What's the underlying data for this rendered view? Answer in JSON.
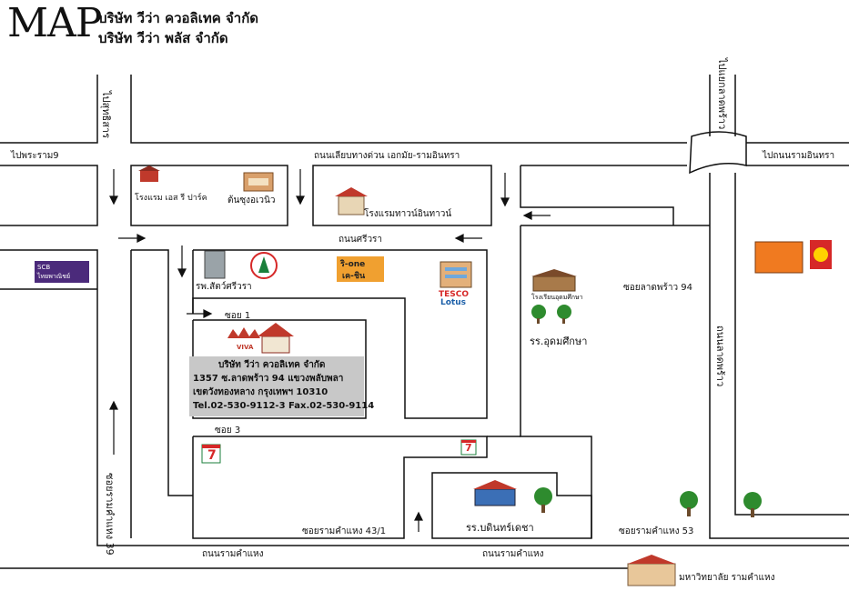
{
  "header": {
    "title": "MAP",
    "company_1": "บริษัท วีว่า ควอลิเทค จำกัด",
    "company_2": "บริษัท วีว่า พลัส จำกัด"
  },
  "roads": {
    "to_sutthisan": "ไปสุทธิสาร",
    "to_pracharam9": "ไปพระราม9",
    "expressway": "ถนนเลียบทางด่วน เอกมัย-รามอินทรา",
    "to_latphrao_junction": "ไปแยกลาดพร้าว",
    "to_ramintra": "ไปถนนรามอินทรา",
    "srivara": "ถนนศรีวรา",
    "latphrao": "ถนนลาดพร้าว",
    "soi_latphrao_94": "ซอยลาดพร้าว 94",
    "soi_1": "ซอย 1",
    "soi_3": "ซอย 3",
    "ramkhamhaeng_39": "ซอยรามคำแหง 39",
    "soi_ramkhamhaeng_43_1": "ซอยรามคำแหง 43/1",
    "soi_ramkhamhaeng_53": "ซอยรามคำแหง 53",
    "ramkhamhaeng_road_1": "ถนนรามคำแหง",
    "ramkhamhaeng_road_2": "ถนนรามคำแหง"
  },
  "landmarks": {
    "hotel_srpark": "โรงแรม เอส รี ปาร์ค",
    "tunsung_avenue": "ต้นซุงอเวนิว",
    "townintown_hotel": "โรงแรมทาวน์อินทาวน์",
    "srivara_hospital": "รพ.สัตว์ศรีวรา",
    "udomsuksa_school": "รร.อุดมศึกษา",
    "udomsuksa_sign": "โรงเรียนอุดมศึกษา",
    "bodindecha_school": "รร.บดินทร์เดชา",
    "ramkhamhaeng_univ": "มหาวิทยาลัย รามคำแหง",
    "tesco": "TESCO",
    "lotus": "Lotus",
    "scb_1": "SCB",
    "scb_2": "ไทยพาณิชย์",
    "viva_logo": "VIVA",
    "seven_eleven_1": "7",
    "seven_eleven_2": "7",
    "one_kachin_1": "ริ-one",
    "one_kachin_2": "เค-ชิน"
  },
  "company_info": {
    "name": "บริษัท วีว่า ควอลิเทค จำกัด",
    "address_1": "1357 ซ.ลาดพร้าว 94 แขวงพลับพลา",
    "address_2": "เขตวังทองหลาง  กรุงเทพฯ 10310",
    "contact": "Tel.02-530-9112-3  Fax.02-530-9114"
  },
  "colors": {
    "road_line": "#111111",
    "info_box": "#c8c8c8",
    "tree": "#2e8b2e",
    "building_red": "#c0392b",
    "seven_red": "#d62828",
    "seven_green": "#1b7f3b"
  }
}
